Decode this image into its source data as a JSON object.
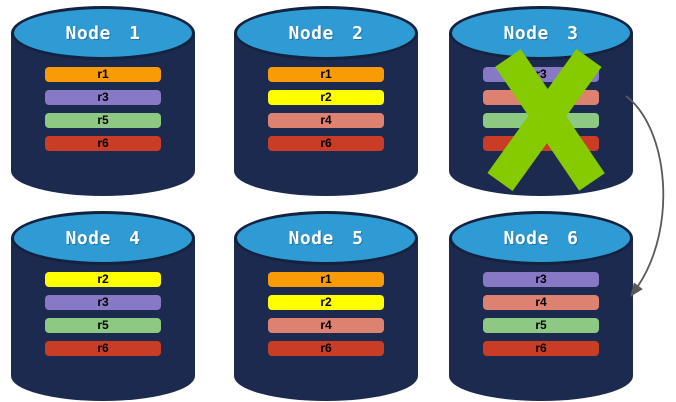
{
  "diagram": {
    "background": "#FFFFFF",
    "colors": {
      "cylinder_body": "#1B2A4E",
      "cylinder_top_fill": "#2E9BD5",
      "cylinder_outline": "#13233F",
      "node_title": "#FFFFFF",
      "replica_label": "#000000",
      "x_mark": "#85CB00",
      "arrow": "#595959",
      "replica_palette": {
        "r1": "#F99B06",
        "r2": "#FFFF00",
        "r3": "#8879C7",
        "r4": "#DD8170",
        "r5": "#8EC983",
        "r6": "#C93D26"
      }
    },
    "nodes": [
      {
        "label": "Node 1",
        "replicas": [
          {
            "label": "r1",
            "color": "#F99B06"
          },
          {
            "label": "r3",
            "color": "#8879C7"
          },
          {
            "label": "r5",
            "color": "#8EC983"
          },
          {
            "label": "r6",
            "color": "#C93D26"
          }
        ]
      },
      {
        "label": "Node 2",
        "replicas": [
          {
            "label": "r1",
            "color": "#F99B06"
          },
          {
            "label": "r2",
            "color": "#FFFF00"
          },
          {
            "label": "r4",
            "color": "#DD8170"
          },
          {
            "label": "r6",
            "color": "#C93D26"
          }
        ]
      },
      {
        "label": "Node 3",
        "crossed_out": true,
        "replicas": [
          {
            "label": "r3",
            "color": "#8879C7"
          },
          {
            "label": "",
            "color": "#DD8170"
          },
          {
            "label": "",
            "color": "#8EC983"
          },
          {
            "label": "",
            "color": "#C93D26"
          }
        ]
      },
      {
        "label": "Node 4",
        "replicas": [
          {
            "label": "r2",
            "color": "#FFFF00"
          },
          {
            "label": "r3",
            "color": "#8879C7"
          },
          {
            "label": "r5",
            "color": "#8EC983"
          },
          {
            "label": "r6",
            "color": "#C93D26"
          }
        ]
      },
      {
        "label": "Node 5",
        "replicas": [
          {
            "label": "r1",
            "color": "#F99B06"
          },
          {
            "label": "r2",
            "color": "#FFFF00"
          },
          {
            "label": "r4",
            "color": "#DD8170"
          },
          {
            "label": "r6",
            "color": "#C93D26"
          }
        ]
      },
      {
        "label": "Node 6",
        "replicas": [
          {
            "label": "r3",
            "color": "#8879C7"
          },
          {
            "label": "r4",
            "color": "#DD8170"
          },
          {
            "label": "r5",
            "color": "#8EC983"
          },
          {
            "label": "r6",
            "color": "#C93D26"
          }
        ]
      }
    ],
    "annotations": {
      "x_mark_on": "Node 3",
      "arrow_from": "Node 3",
      "arrow_to": "Node 6"
    }
  }
}
